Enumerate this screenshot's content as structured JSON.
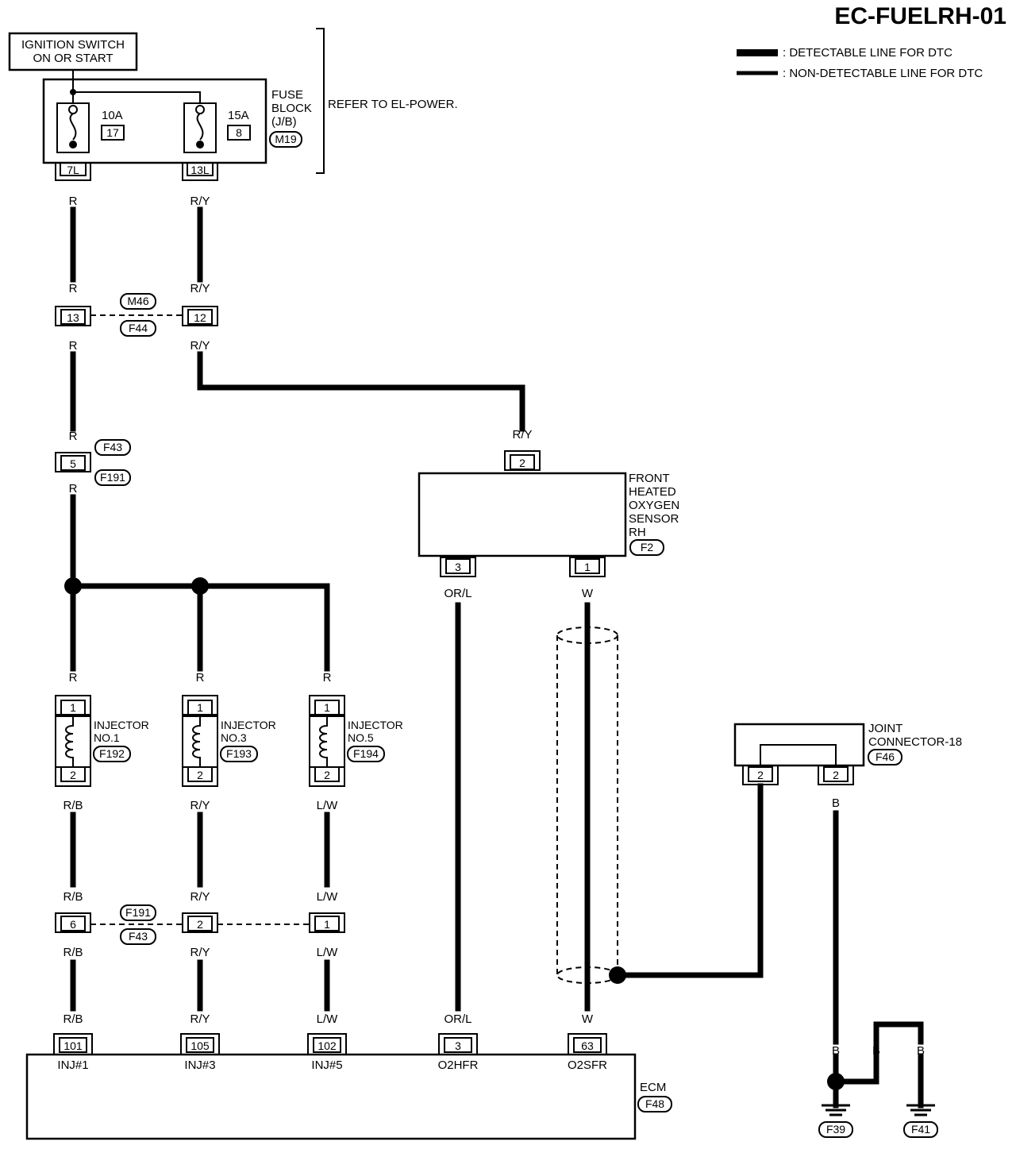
{
  "diagram_id": "EC-FUELRH-01",
  "legend": {
    "detectable": ": DETECTABLE LINE FOR DTC",
    "non_detectable": ": NON-DETECTABLE LINE FOR DTC"
  },
  "ignition_switch": {
    "line1": "IGNITION SWITCH",
    "line2": "ON OR START"
  },
  "fuse_block": {
    "line1": "FUSE",
    "line2": "BLOCK",
    "line3": "(J/B)",
    "connector": "M19",
    "refer": "REFER TO EL-POWER.",
    "fuses": [
      {
        "amps": "10A",
        "number": "17",
        "terminal": "7L"
      },
      {
        "amps": "15A",
        "number": "8",
        "terminal": "13L"
      }
    ]
  },
  "wires": {
    "r": "R",
    "ry": "R/Y",
    "rb": "R/B",
    "lw": "L/W",
    "orl": "OR/L",
    "w": "W",
    "b": "B"
  },
  "connectors": {
    "m46": "M46",
    "f44": "F44",
    "t13": "13",
    "t12": "12",
    "f43": "F43",
    "f191": "F191",
    "t5": "5",
    "t6": "6",
    "t2": "2",
    "t1": "1"
  },
  "o2_sensor": {
    "lines": [
      "FRONT",
      "HEATED",
      "OXYGEN",
      "SENSOR",
      "RH"
    ],
    "connector": "F2",
    "pin_top": "2",
    "pin_left": "3",
    "pin_right": "1"
  },
  "injectors": [
    {
      "line1": "INJECTOR",
      "line2": "NO.1",
      "connector": "F192",
      "pin_top": "1",
      "pin_bottom": "2"
    },
    {
      "line1": "INJECTOR",
      "line2": "NO.3",
      "connector": "F193",
      "pin_top": "1",
      "pin_bottom": "2"
    },
    {
      "line1": "INJECTOR",
      "line2": "NO.5",
      "connector": "F194",
      "pin_top": "1",
      "pin_bottom": "2"
    }
  ],
  "joint_connector": {
    "line1": "JOINT",
    "line2": "CONNECTOR-18",
    "connector": "F46",
    "pin_left": "2",
    "pin_right": "2"
  },
  "ecm": {
    "label": "ECM",
    "connector": "F48",
    "pins": [
      {
        "number": "101",
        "name": "INJ#1"
      },
      {
        "number": "105",
        "name": "INJ#3"
      },
      {
        "number": "102",
        "name": "INJ#5"
      },
      {
        "number": "3",
        "name": "O2HFR"
      },
      {
        "number": "63",
        "name": "O2SFR"
      }
    ]
  },
  "grounds": [
    "F39",
    "F41"
  ]
}
